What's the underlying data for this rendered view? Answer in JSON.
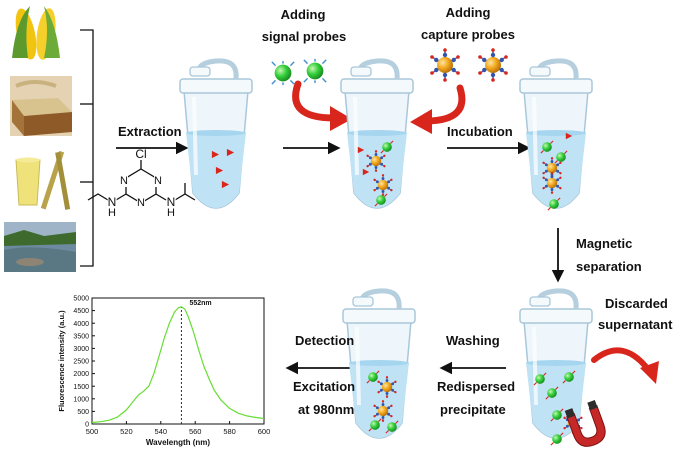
{
  "steps": {
    "adding_signal_line1": "Adding",
    "adding_signal_line2": "signal probes",
    "adding_capture_line1": "Adding",
    "adding_capture_line2": "capture probes",
    "extraction": "Extraction",
    "incubation": "Incubation",
    "magnetic_line1": "Magnetic",
    "magnetic_line2": "separation",
    "discarded_line1": "Discarded",
    "discarded_line2": "supernatant",
    "washing": "Washing",
    "redispersed_line1": "Redispersed",
    "redispersed_line2": "precipitate",
    "detection": "Detection",
    "excitation_line1": "Excitation",
    "excitation_line2": "at 980nm"
  },
  "molecule": {
    "cl": "Cl",
    "n_top_left": "N",
    "n_top_right": "N",
    "n_bottom": "N",
    "nh_left": "N",
    "h_left": "H",
    "nh_right": "N",
    "h_right": "H"
  },
  "colors": {
    "tube_liquid": "#bfe3f5",
    "red_arrow": "#d8261c",
    "spectrum_line": "#66dd33",
    "signal_probe": "#2fcf3a",
    "capture_probe": "#f2a81d"
  },
  "chart_data": {
    "type": "line",
    "xlabel": "Wavelength (nm)",
    "ylabel": "Fluorescence intensity (a.u.)",
    "xlim": [
      500,
      600
    ],
    "ylim": [
      0,
      5000
    ],
    "xticks": [
      500,
      520,
      540,
      560,
      580,
      600
    ],
    "yticks": [
      0,
      500,
      1000,
      1500,
      2000,
      2500,
      3000,
      3500,
      4000,
      4500,
      5000
    ],
    "peak_label": "552nm",
    "peak_x": 552,
    "series": [
      {
        "x": [
          500,
          505,
          510,
          515,
          520,
          524,
          527,
          530,
          533,
          536,
          539,
          542,
          545,
          548,
          550,
          552,
          554,
          556,
          559,
          562,
          565,
          568,
          571,
          575,
          580,
          585,
          590,
          595,
          600
        ],
        "y": [
          60,
          90,
          150,
          280,
          560,
          900,
          1150,
          1300,
          1500,
          2000,
          2700,
          3400,
          4000,
          4450,
          4600,
          4650,
          4550,
          4250,
          3650,
          2950,
          2300,
          1800,
          1350,
          950,
          620,
          430,
          320,
          260,
          220
        ]
      }
    ]
  }
}
